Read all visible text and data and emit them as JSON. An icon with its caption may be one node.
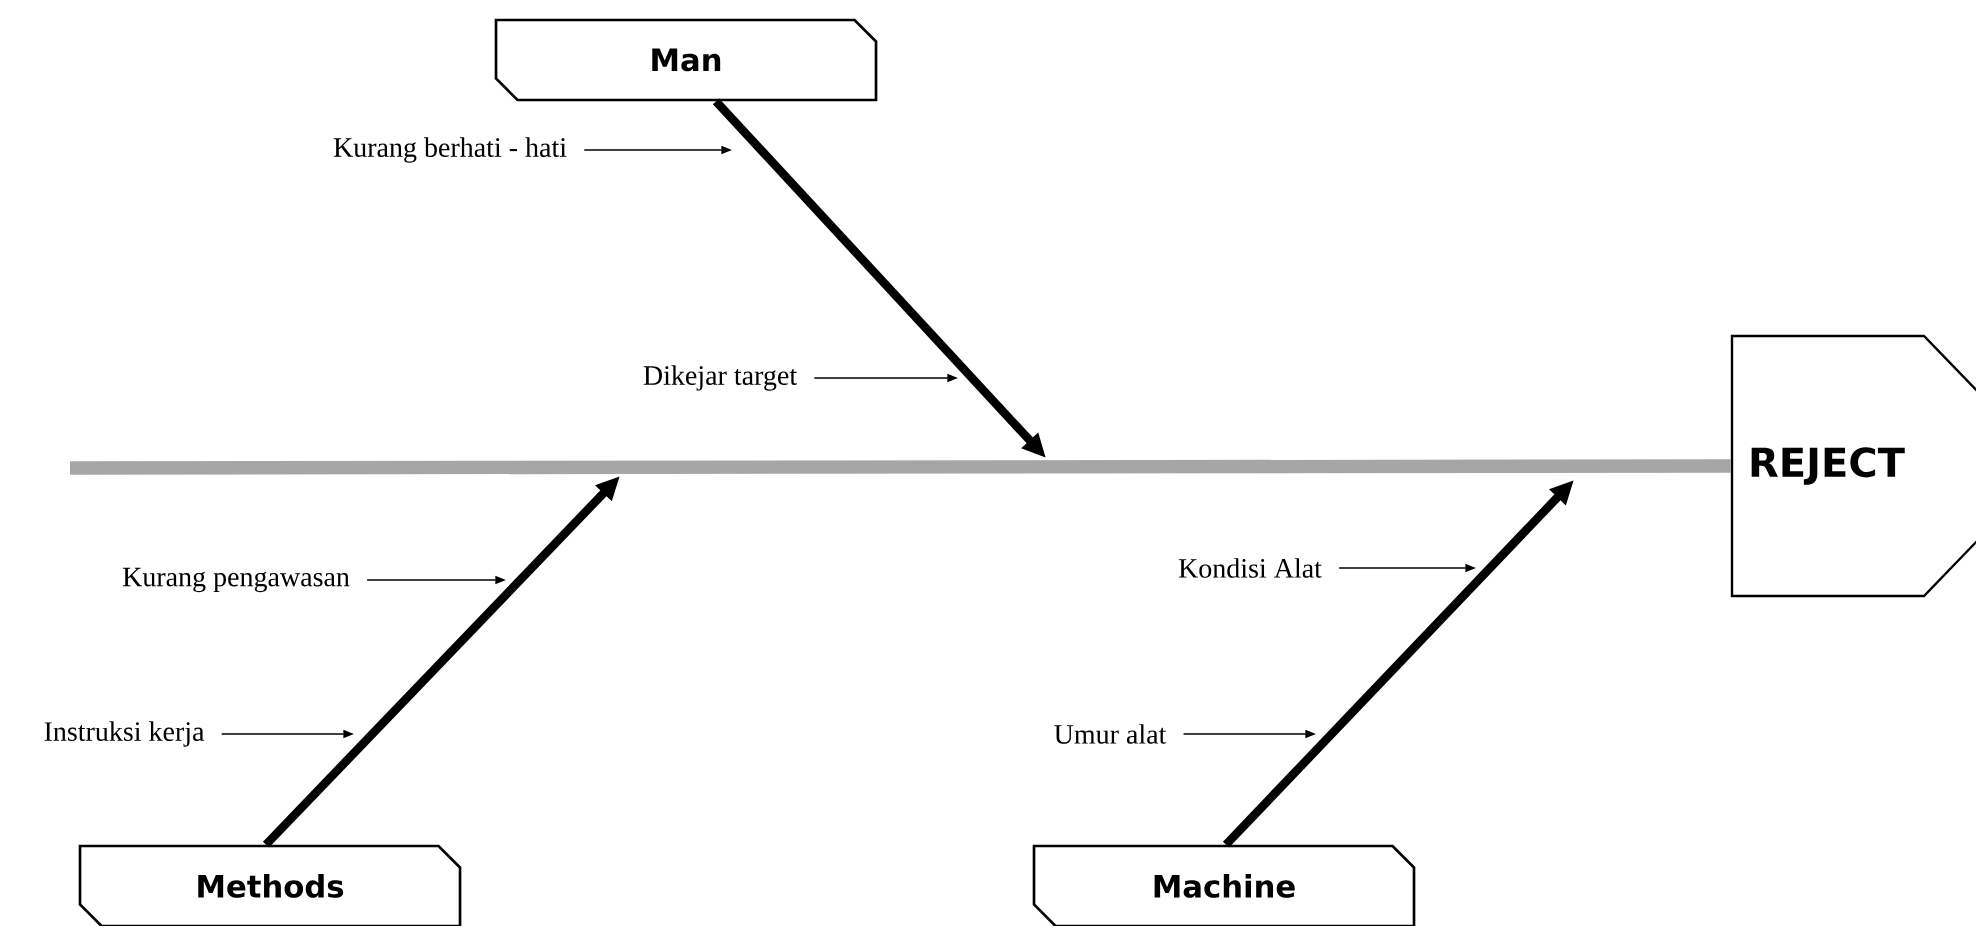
{
  "diagram": {
    "nodes": [
      {
        "text": [
          "Man"
        ]
      },
      {
        "text": [
          "Kurang berhati - hati"
        ]
      },
      {
        "text": [
          "Dikejar target"
        ]
      },
      {
        "text": [
          "REJECT"
        ]
      },
      {
        "text": [
          "Kurang pengawasan"
        ]
      },
      {
        "text": [
          "Instruksi kerja"
        ]
      },
      {
        "text": [
          "Kondisi Alat"
        ]
      },
      {
        "text": [
          "Umur alat"
        ]
      },
      {
        "text": [
          "Methods"
        ]
      },
      {
        "text": [
          "Machine"
        ]
      }
    ],
    "edges": [
      {
        "from": null,
        "to": 3,
        "arrow": "none",
        "style": "thick",
        "color": "#a6a6a6"
      },
      {
        "from": 0,
        "to": null,
        "arrow": "to",
        "style": "thick"
      },
      {
        "from": 8,
        "to": null,
        "arrow": "to",
        "style": "thick"
      },
      {
        "from": 9,
        "to": null,
        "arrow": "to",
        "style": "thick"
      },
      {
        "from": 1,
        "to": null,
        "arrow": "to"
      },
      {
        "from": 2,
        "to": null,
        "arrow": "to"
      },
      {
        "from": 4,
        "to": null,
        "arrow": "to"
      },
      {
        "from": 5,
        "to": null,
        "arrow": "to"
      },
      {
        "from": 6,
        "to": null,
        "arrow": "to"
      },
      {
        "from": 7,
        "to": null,
        "arrow": "to"
      }
    ]
  }
}
